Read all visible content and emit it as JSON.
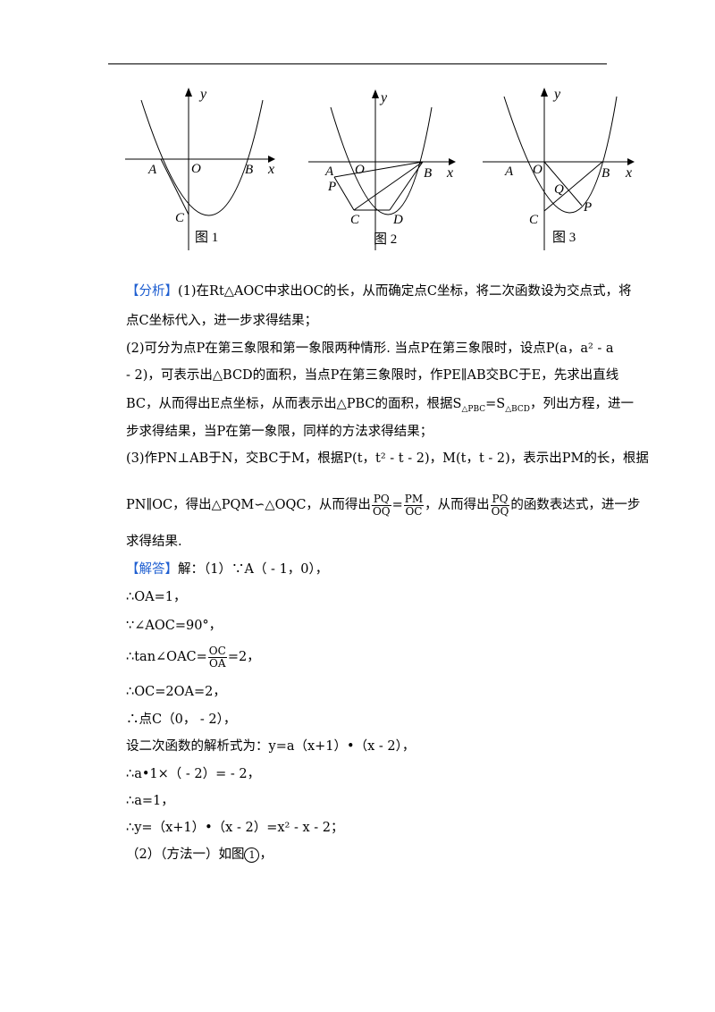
{
  "figures": [
    {
      "caption": "图 1",
      "labels": {
        "y": "y",
        "x": "x",
        "O": "O",
        "A": "A",
        "B": "B",
        "C": "C"
      }
    },
    {
      "caption": "图 2",
      "labels": {
        "y": "y",
        "x": "x",
        "O": "O",
        "A": "A",
        "B": "B",
        "C": "C",
        "D": "D",
        "P": "P"
      }
    },
    {
      "caption": "图 3",
      "labels": {
        "y": "y",
        "x": "x",
        "O": "O",
        "A": "A",
        "B": "B",
        "C": "C",
        "Q": "Q",
        "P": "P"
      }
    }
  ],
  "analysis": {
    "tag": "【分析】",
    "l1": "(1)在Rt△AOC中求出OC的长，从而确定点C坐标，将二次函数设为交点式，将",
    "l2": "点C坐标代入，进一步求得结果；",
    "l3": "(2)可分为点P在第三象限和第一象限两种情形. 当点P在第三象限时，设点P(a，a² - a",
    "l4": "- 2)，可表示出△BCD的面积，当点P在第三象限时，作PE∥AB交BC于E，先求出直线",
    "l5a": "BC，从而得出E点坐标，从而表示出△PBC的面积，根据S",
    "l5sub1": "△PBC",
    "l5b": "=S",
    "l5sub2": "△BCD",
    "l5c": "，列出方程，进一",
    "l6": "步求得结果，当P在第一象限，同样的方法求得结果；",
    "l7": "(3)作PN⊥AB于N，交BC于M，根据P(t，t² - t - 2)，M(t，t - 2)，表示出PM的长，根据",
    "l8a": "PN∥OC，得出△PQM∽△OQC，从而得出",
    "f1n": "PQ",
    "f1d": "OQ",
    "l8b": "=",
    "f2n": "PM",
    "f2d": "OC",
    "l8c": "，从而得出",
    "f3n": "PQ",
    "f3d": "OQ",
    "l8d": "的函数表达式，进一步",
    "l9": "求得结果."
  },
  "answer": {
    "tag": "【解答】",
    "l1": "解：（1）∵A（ - 1，0），",
    "l2": "∴OA=1，",
    "l3": "∵∠AOC=90°，",
    "l4a": "∴tan∠OAC=",
    "f4n": "OC",
    "f4d": "OA",
    "l4b": "=2，",
    "l5": "∴OC=2OA=2，",
    "l6": "∴点C（0， - 2），",
    "l7": "设二次函数的解析式为：y=a（x+1）•（x - 2），",
    "l8": "∴a•1×（ - 2）= - 2，",
    "l9": "∴a=1，",
    "l10": "∴y=（x+1）•（x - 2）=x² - x - 2；",
    "l11a": "（2）（方法一）如图",
    "l11circ": "1",
    "l11b": "，"
  }
}
